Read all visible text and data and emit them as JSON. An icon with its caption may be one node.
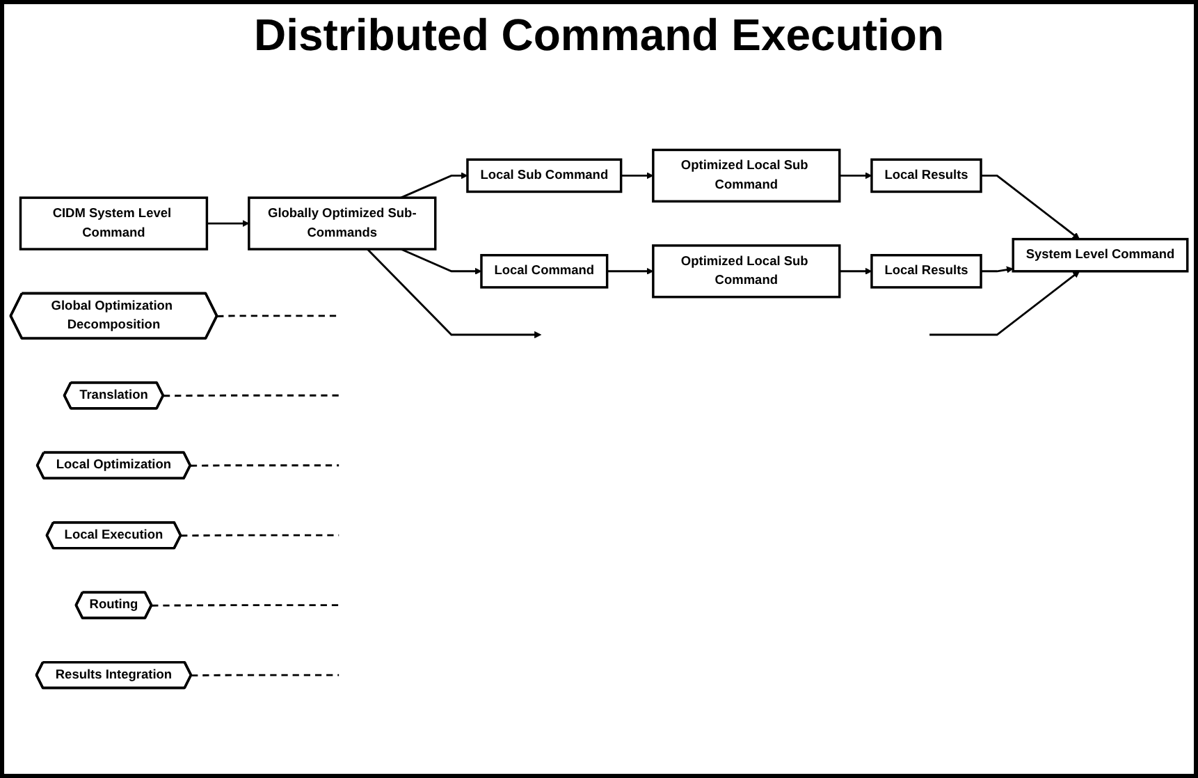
{
  "diagram": {
    "title": "Distributed Command Execution",
    "nodes": [
      {
        "text": [
          "Global Optimization Decomposition"
        ]
      },
      {
        "text": [
          "Translation"
        ]
      },
      {
        "text": [
          "Local Optimization"
        ]
      },
      {
        "text": [
          "Local Execution"
        ]
      },
      {
        "text": [
          "Local Sub Command"
        ]
      },
      {
        "text": [
          "Optimized Local Sub Command"
        ]
      },
      {
        "text": [
          "Local Results"
        ]
      },
      {
        "text": [
          "CIDM System Level Command"
        ]
      },
      {
        "text": [
          "Globally Optimized Sub-Commands"
        ]
      },
      {
        "text": [
          "Local Command"
        ]
      },
      {
        "text": [
          "Optimized Local Sub Command"
        ]
      },
      {
        "text": [
          "Local Results"
        ]
      },
      {
        "text": [
          "System Level Command"
        ]
      },
      {
        "text": [
          "Routing"
        ]
      },
      {
        "text": [
          "Results Integration"
        ]
      }
    ],
    "edges": [
      {
        "from": 7,
        "to": 8,
        "arrow": "to"
      },
      {
        "from": 8,
        "to": 4,
        "arrow": "to"
      },
      {
        "from": 8,
        "to": 9,
        "arrow": "to"
      },
      {
        "from": 8,
        "to": null,
        "arrow": "to"
      },
      {
        "from": 4,
        "to": 5,
        "arrow": "to"
      },
      {
        "from": 5,
        "to": 6,
        "arrow": "to"
      },
      {
        "from": 9,
        "to": 10,
        "arrow": "to"
      },
      {
        "from": 10,
        "to": 11,
        "arrow": "to"
      },
      {
        "from": 6,
        "to": 12,
        "arrow": "to"
      },
      {
        "from": 11,
        "to": 12,
        "arrow": "to"
      },
      {
        "from": null,
        "to": 12,
        "arrow": "to"
      },
      {
        "from": 0,
        "to": null,
        "arrow": "none",
        "style": "dashed"
      },
      {
        "from": 1,
        "to": null,
        "arrow": "none",
        "style": "dashed"
      },
      {
        "from": 2,
        "to": null,
        "arrow": "none",
        "style": "dashed"
      },
      {
        "from": 3,
        "to": null,
        "arrow": "none",
        "style": "dashed"
      },
      {
        "from": 13,
        "to": null,
        "arrow": "none",
        "style": "dashed"
      },
      {
        "from": 14,
        "to": null,
        "arrow": "none",
        "style": "dashed"
      }
    ]
  }
}
